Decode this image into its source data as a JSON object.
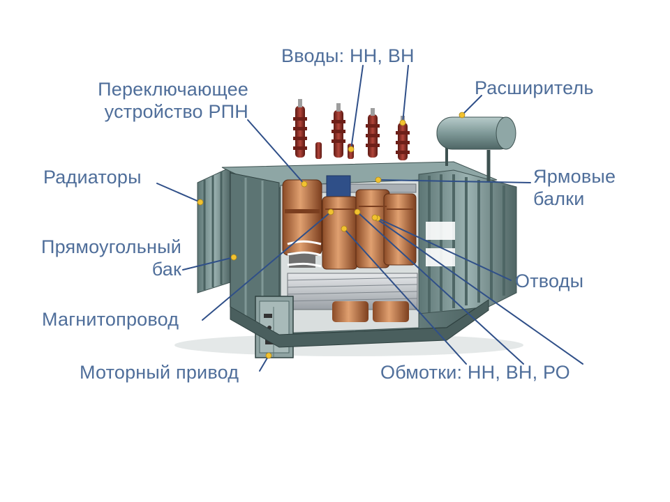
{
  "diagram": {
    "labels": {
      "vvody": "Вводы: НН, ВН",
      "pereklyuchayushchee_1": "Переключающее",
      "pereklyuchayushchee_2": "устройство РПН",
      "rasshiritel": "Расширитель",
      "radiatory": "Радиаторы",
      "yarmovye_1": "Ярмовые",
      "yarmovye_2": "балки",
      "bak_1": "Прямоугольный",
      "bak_2": "бак",
      "otvody": "Отводы",
      "magnitoprovod": "Магнитопровод",
      "motorny_privod": "Моторный привод",
      "obmotki": "Обмотки: НН, ВН, РО"
    },
    "colors": {
      "label_text": "#4f6e9a",
      "leader_line": "#2f4f88",
      "marker": "#f2c230",
      "tank_body": "#6c8482",
      "tank_dark": "#3d5150",
      "bushing": "#8a2a22",
      "winding_copper": "#b5653a",
      "core_silver": "#c8ccd0"
    }
  }
}
